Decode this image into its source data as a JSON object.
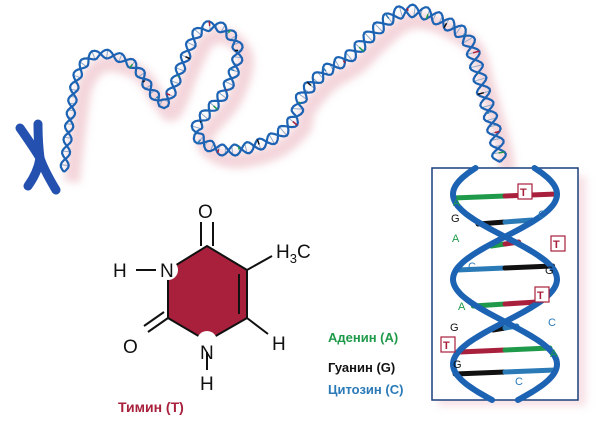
{
  "colors": {
    "adenine": "#1f9a4a",
    "guanine": "#111111",
    "cytosine": "#2a7ab8",
    "thymine": "#a8203c",
    "backbone": "#1d63b4",
    "chromosome": "#2451b0",
    "ring_fill": "#a8203c"
  },
  "molecule": {
    "name": "Тимин  (T)",
    "atoms": {
      "o_top": "O",
      "o_left": "O",
      "nh_left_h": "H",
      "nh_left_n": "N",
      "n_bottom": "N",
      "h_bottom": "H",
      "h_right": "H",
      "methyl": "H3C"
    }
  },
  "legend": {
    "adenine": "Аденин (A)",
    "guanine": "Гуанин (G)",
    "cytosine": "Цитозин (C)"
  },
  "helix_labels": [
    {
      "letter": "A",
      "base": "adenine"
    },
    {
      "letter": "T",
      "base": "thymine",
      "boxed": true
    },
    {
      "letter": "G",
      "base": "guanine"
    },
    {
      "letter": "C",
      "base": "cytosine"
    },
    {
      "letter": "A",
      "base": "adenine"
    },
    {
      "letter": "T",
      "base": "thymine",
      "boxed": true
    },
    {
      "letter": "C",
      "base": "cytosine"
    },
    {
      "letter": "G",
      "base": "guanine"
    },
    {
      "letter": "A",
      "base": "adenine"
    },
    {
      "letter": "T",
      "base": "thymine",
      "boxed": true
    },
    {
      "letter": "G",
      "base": "guanine"
    },
    {
      "letter": "C",
      "base": "cytosine"
    },
    {
      "letter": "T",
      "base": "thymine",
      "boxed": true
    },
    {
      "letter": "A",
      "base": "adenine"
    },
    {
      "letter": "G",
      "base": "guanine"
    },
    {
      "letter": "C",
      "base": "cytosine"
    }
  ]
}
